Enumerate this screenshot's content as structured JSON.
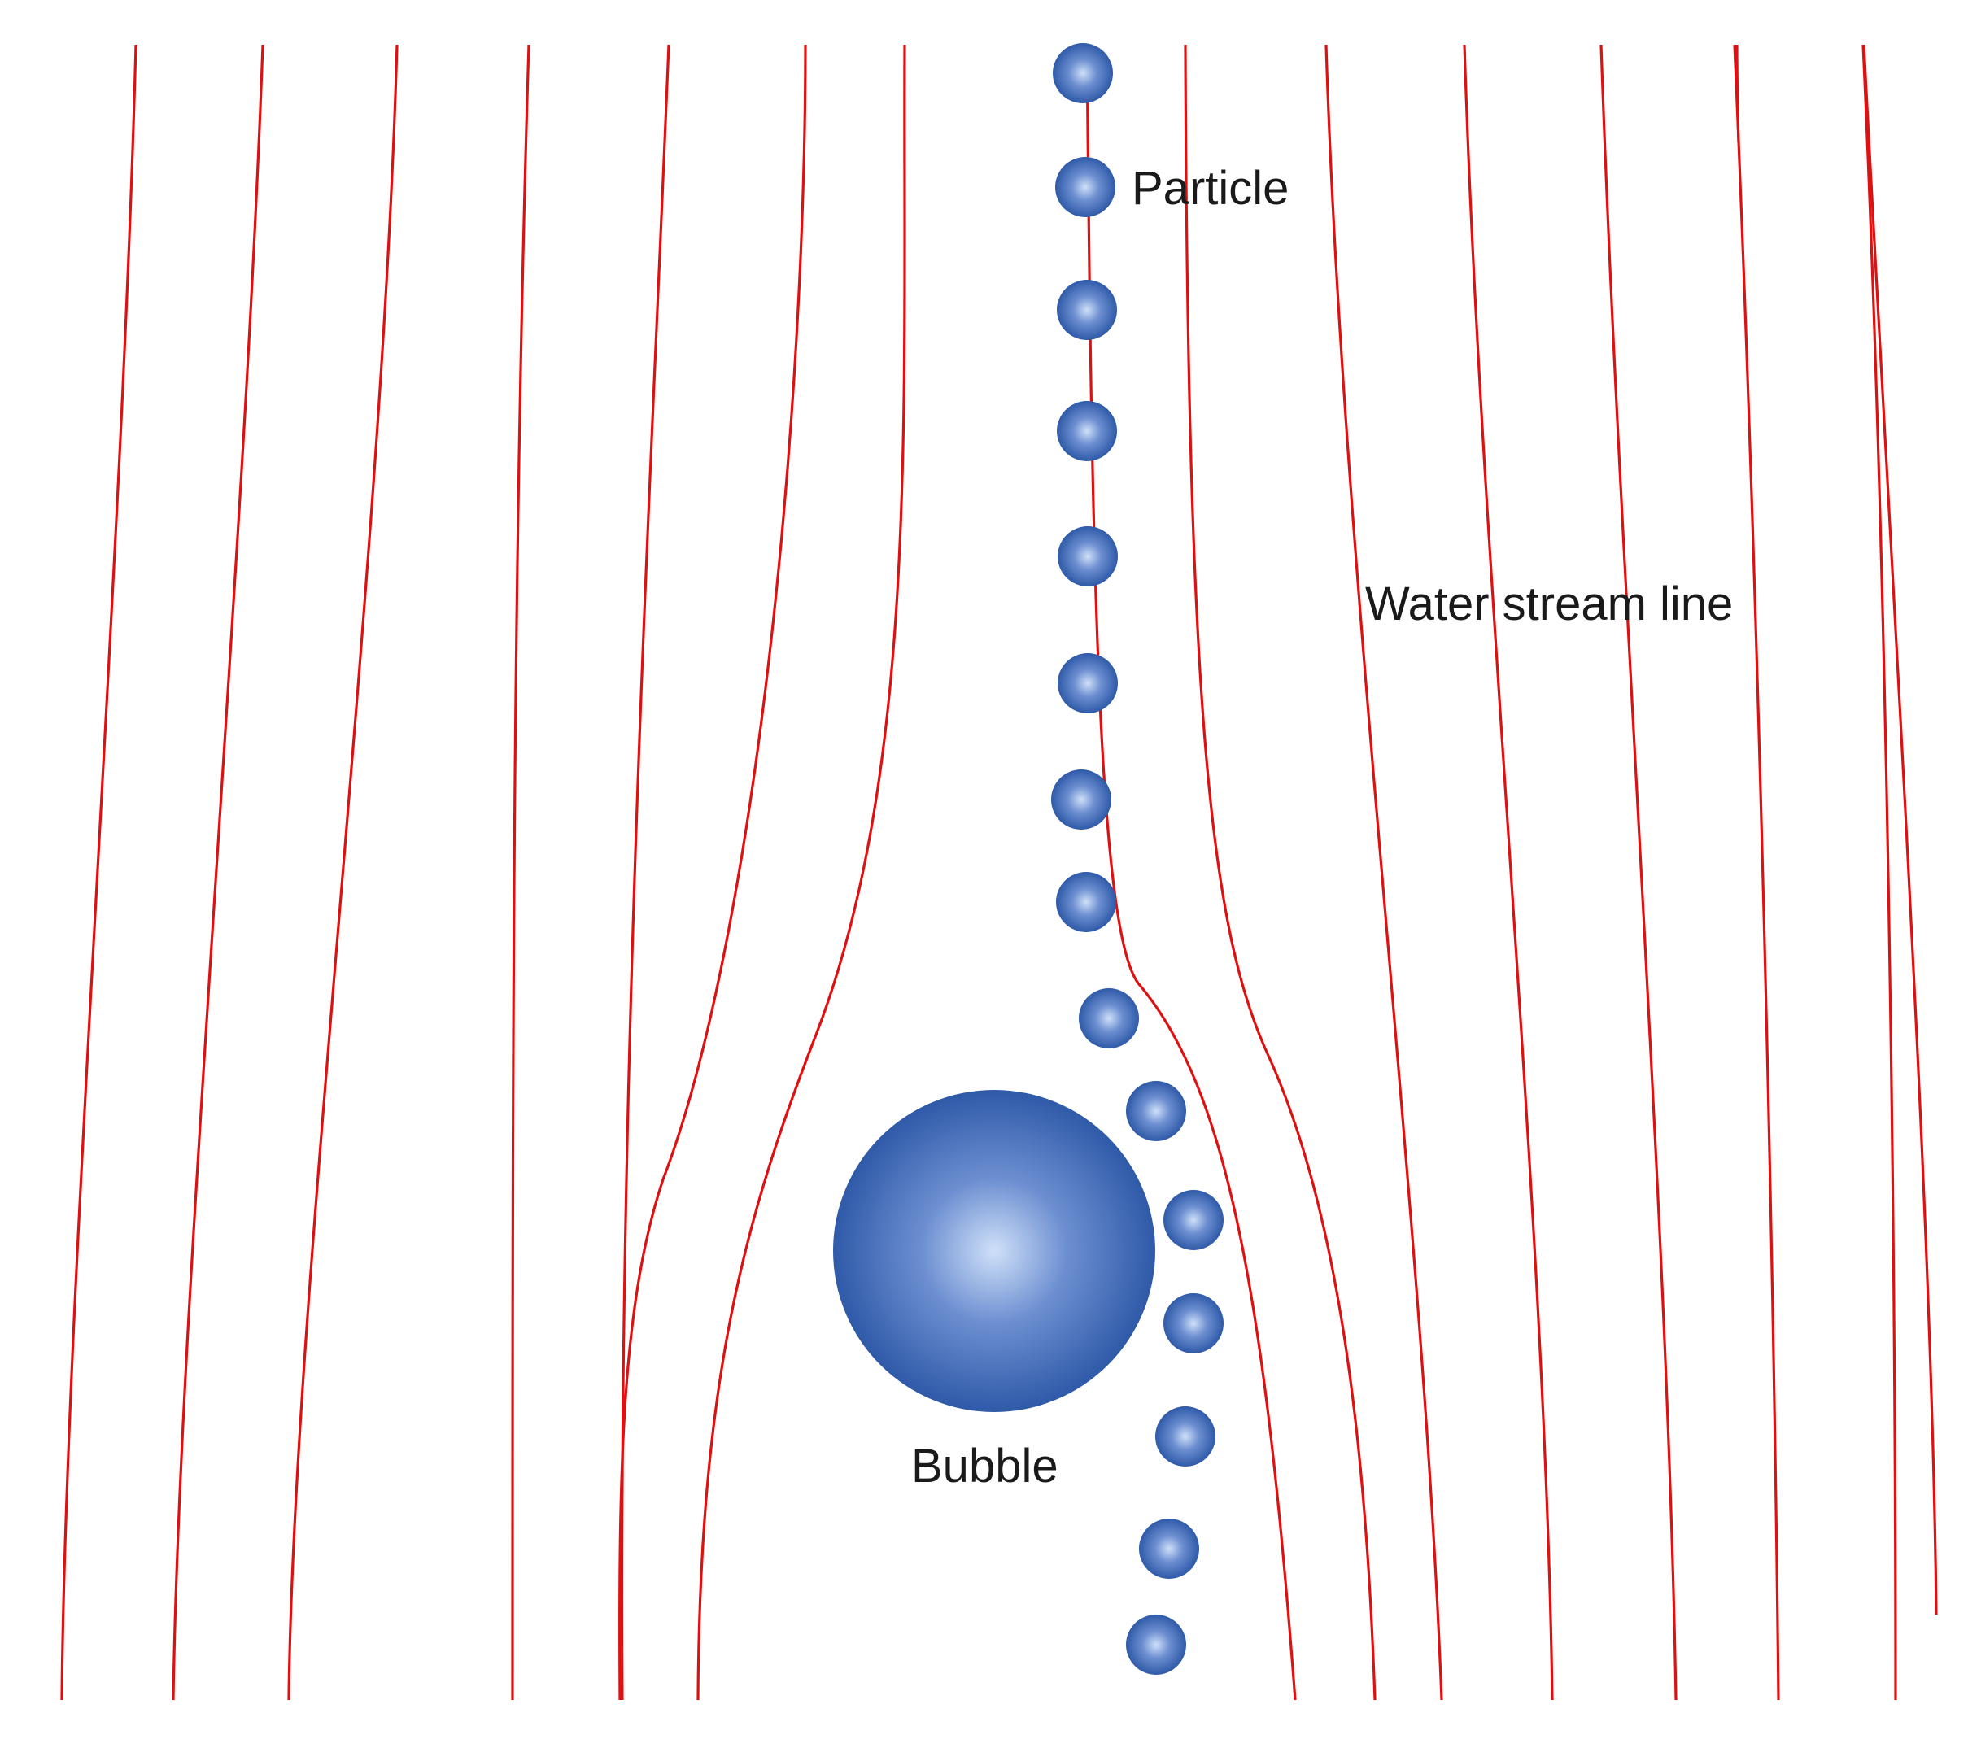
{
  "labels": {
    "particle": "Particle",
    "water_stream_line": "Water stream line",
    "bubble": "Bubble"
  },
  "colors": {
    "stream_line": "#dd1111",
    "sphere_highlight": "#cfe0f8",
    "sphere_mid": "#6d8fd1",
    "sphere_edge": "#2f5aa8",
    "background": "#ffffff"
  },
  "figure": {
    "stream_line_count": 16,
    "particle_count": 15,
    "bubble_count": 1
  }
}
